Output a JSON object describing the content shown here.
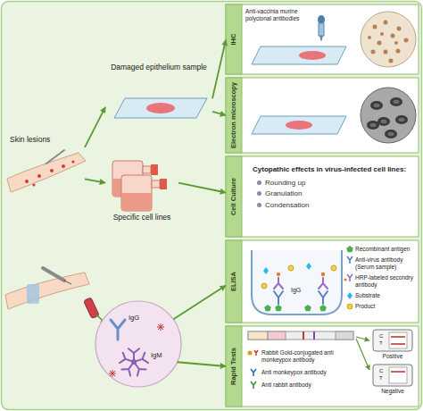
{
  "diagram": {
    "nodes": [
      {
        "text": [
          "Skin lesions"
        ]
      },
      {
        "text": [
          "Damaged epithelium sample"
        ]
      },
      {
        "text": [
          "Specific cell lines"
        ]
      },
      {
        "text": [
          "IgG",
          "IgM"
        ]
      },
      {
        "text": [
          "IHC",
          "Anti-vaccinia murine polyclonal antibodies"
        ]
      },
      {
        "text": [
          "Electron microscopy"
        ]
      },
      {
        "text": [
          "Cell Culture",
          "Cytopathic effects in virus-infected cell lines:",
          "Rounding up",
          "Granulation",
          "Condensation"
        ]
      },
      {
        "text": [
          "ELISA",
          "IgG",
          "Recombinant antigen",
          "Anti-virus antibody (Serum sample)",
          "HRP-labeled secondry antibody",
          "Substrate",
          "Product"
        ]
      },
      {
        "text": [
          "Rapid Tests",
          "Rabbit Gold-conjugated anti monkeypox antibody",
          "Anti monkeypox antibody",
          "Anti rabbit antibody",
          "C",
          "T",
          "Positive",
          "C",
          "T",
          "Negative"
        ]
      }
    ],
    "edges": [
      {
        "from": 0,
        "to": 1,
        "arrow": "to"
      },
      {
        "from": 0,
        "to": 2,
        "arrow": "to"
      },
      {
        "from": 1,
        "to": 4,
        "arrow": "to"
      },
      {
        "from": 1,
        "to": 5,
        "arrow": "to"
      },
      {
        "from": 2,
        "to": 6,
        "arrow": "to"
      },
      {
        "from": 3,
        "to": 7,
        "arrow": "to"
      },
      {
        "from": 3,
        "to": 8,
        "arrow": "to"
      }
    ]
  }
}
